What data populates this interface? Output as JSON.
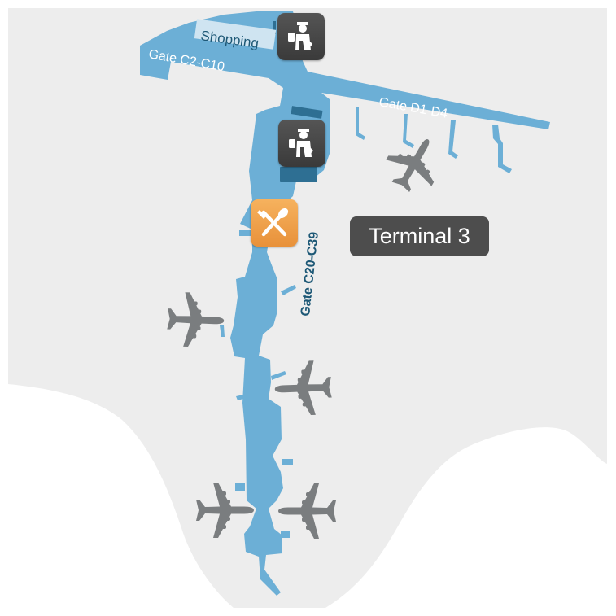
{
  "map": {
    "terminal_label": "Terminal 3",
    "area_labels": {
      "shopping": "Shopping",
      "gate_c2_c10": "Gate C2-C10",
      "gate_d1_d4": "Gate D1-D4",
      "gate_c20_c39": "Gate C20-C39"
    },
    "icons": [
      "passport-control-icon",
      "passport-control-icon",
      "restaurant-icon",
      "airplane-icon"
    ],
    "colors": {
      "ground": "#ededed",
      "terminal_building": "#6cafd6",
      "terminal_dark": "#2e6f93",
      "label_text": "#1d5876",
      "airplane": "#7a7d7f",
      "badge_bg": "#4d4d4d",
      "restaurant_icon": "#ef9f47",
      "passport_icon": "#4a4a4a"
    }
  }
}
